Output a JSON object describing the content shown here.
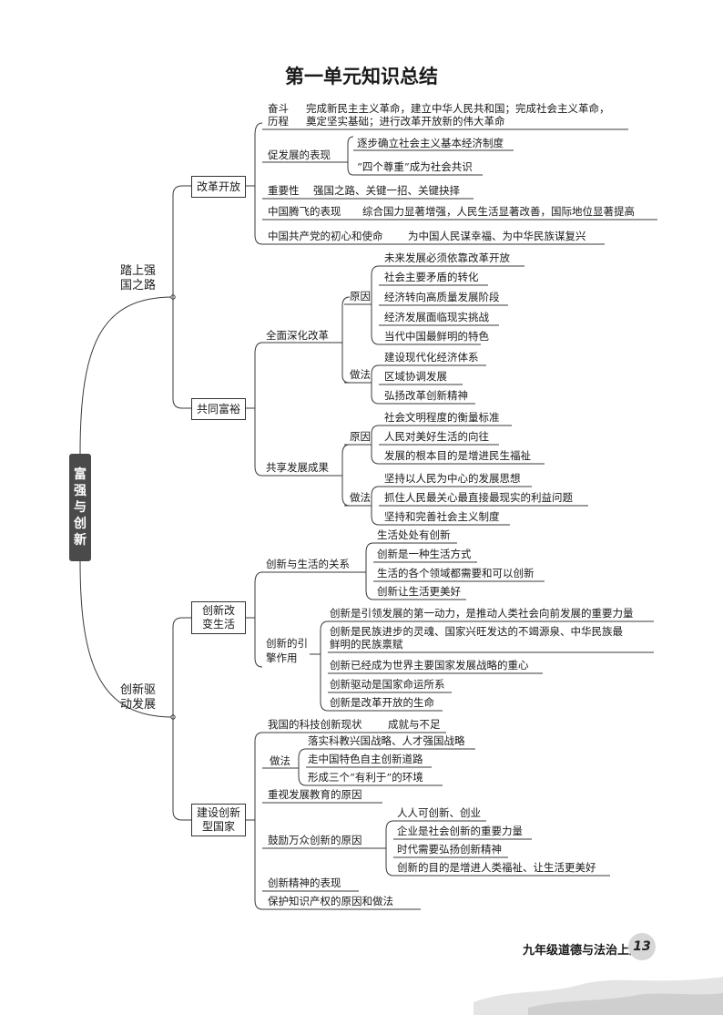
{
  "title": "第一单元知识总结",
  "root": "富强与创新",
  "branch1": {
    "label_line1": "踏上强",
    "label_line2": "国之路",
    "reform": {
      "label": "改革开放",
      "history_label_1": "奋斗",
      "history_label_2": "历程",
      "history_1": "完成新民主主义革命，建立中华人民共和国；完成社会主义革命，",
      "history_2": "奠定坚实基础；进行改革开放新的伟大革命",
      "dev_label": "促发展的表现",
      "dev_items": [
        "逐步确立社会主义基本经济制度",
        "“四个尊重”成为社会共识"
      ],
      "importance_label": "重要性",
      "importance": "强国之路、关键一招、关键抉择",
      "rise_label": "中国腾飞的表现",
      "rise": "综合国力显著增强，人民生活显著改善，国际地位显著提高",
      "party_label": "中国共产党的初心和使命",
      "party": "为中国人民谋幸福、为中华民族谋复兴"
    },
    "prosper": {
      "label": "共同富裕",
      "deepen_label": "全面深化改革",
      "reason": "原因",
      "method": "做法",
      "deepen_reasons": [
        "未来发展必须依靠改革开放",
        "社会主要矛盾的转化",
        "经济转向高质量发展阶段",
        "经济发展面临现实挑战",
        "当代中国最鲜明的特色"
      ],
      "deepen_methods": [
        "建设现代化经济体系",
        "区域协调发展",
        "弘扬改革创新精神"
      ],
      "share_label": "共享发展成果",
      "share_reasons": [
        "社会文明程度的衡量标准",
        "人民对美好生活的向往",
        "发展的根本目的是增进民生福祉"
      ],
      "share_methods": [
        "坚持以人民为中心的发展思想",
        "抓住人民最关心最直接最现实的利益问题",
        "坚持和完善社会主义制度"
      ]
    }
  },
  "branch2": {
    "label_line1": "创新驱",
    "label_line2": "动发展",
    "life": {
      "label_line1": "创新改",
      "label_line2": "变生活",
      "rel_label": "创新与生活的关系",
      "rel_items": [
        "生活处处有创新",
        "创新是一种生活方式",
        "生活的各个领域都需要和可以创新",
        "创新让生活更美好"
      ],
      "lead_label_1": "创新的引",
      "lead_label_2": "擎作用",
      "lead_items": [
        "创新是引领发展的第一动力，是推动人类社会向前发展的重要力量",
        "创新是民族进步的灵魂、国家兴旺发达的不竭源泉、中华民族最鲜明的民族禀赋",
        "创新已经成为世界主要国家发展战略的重心",
        "创新驱动是国家命运所系",
        "创新是改革开放的生命"
      ]
    },
    "nation": {
      "label_line1": "建设创新",
      "label_line2": "型国家",
      "status_label": "我国的科技创新现状",
      "status": "成就与不足",
      "method_label": "做法",
      "methods": [
        "落实科教兴国战略、人才强国战略",
        "走中国特色自主创新道路",
        "形成三个“有利于”的环境"
      ],
      "edu": "重视发展教育的原因",
      "encourage_label": "鼓励万众创新的原因",
      "encourage_items": [
        "人人可创新、创业",
        "企业是社会创新的重要力量",
        "时代需要弘扬创新精神",
        "创新的目的是增进人类福祉、让生活更美好"
      ],
      "spirit": "创新精神的表现",
      "ip": "保护知识产权的原因和做法"
    }
  },
  "footer": "九年级道德与法治上册",
  "page_number": "13"
}
